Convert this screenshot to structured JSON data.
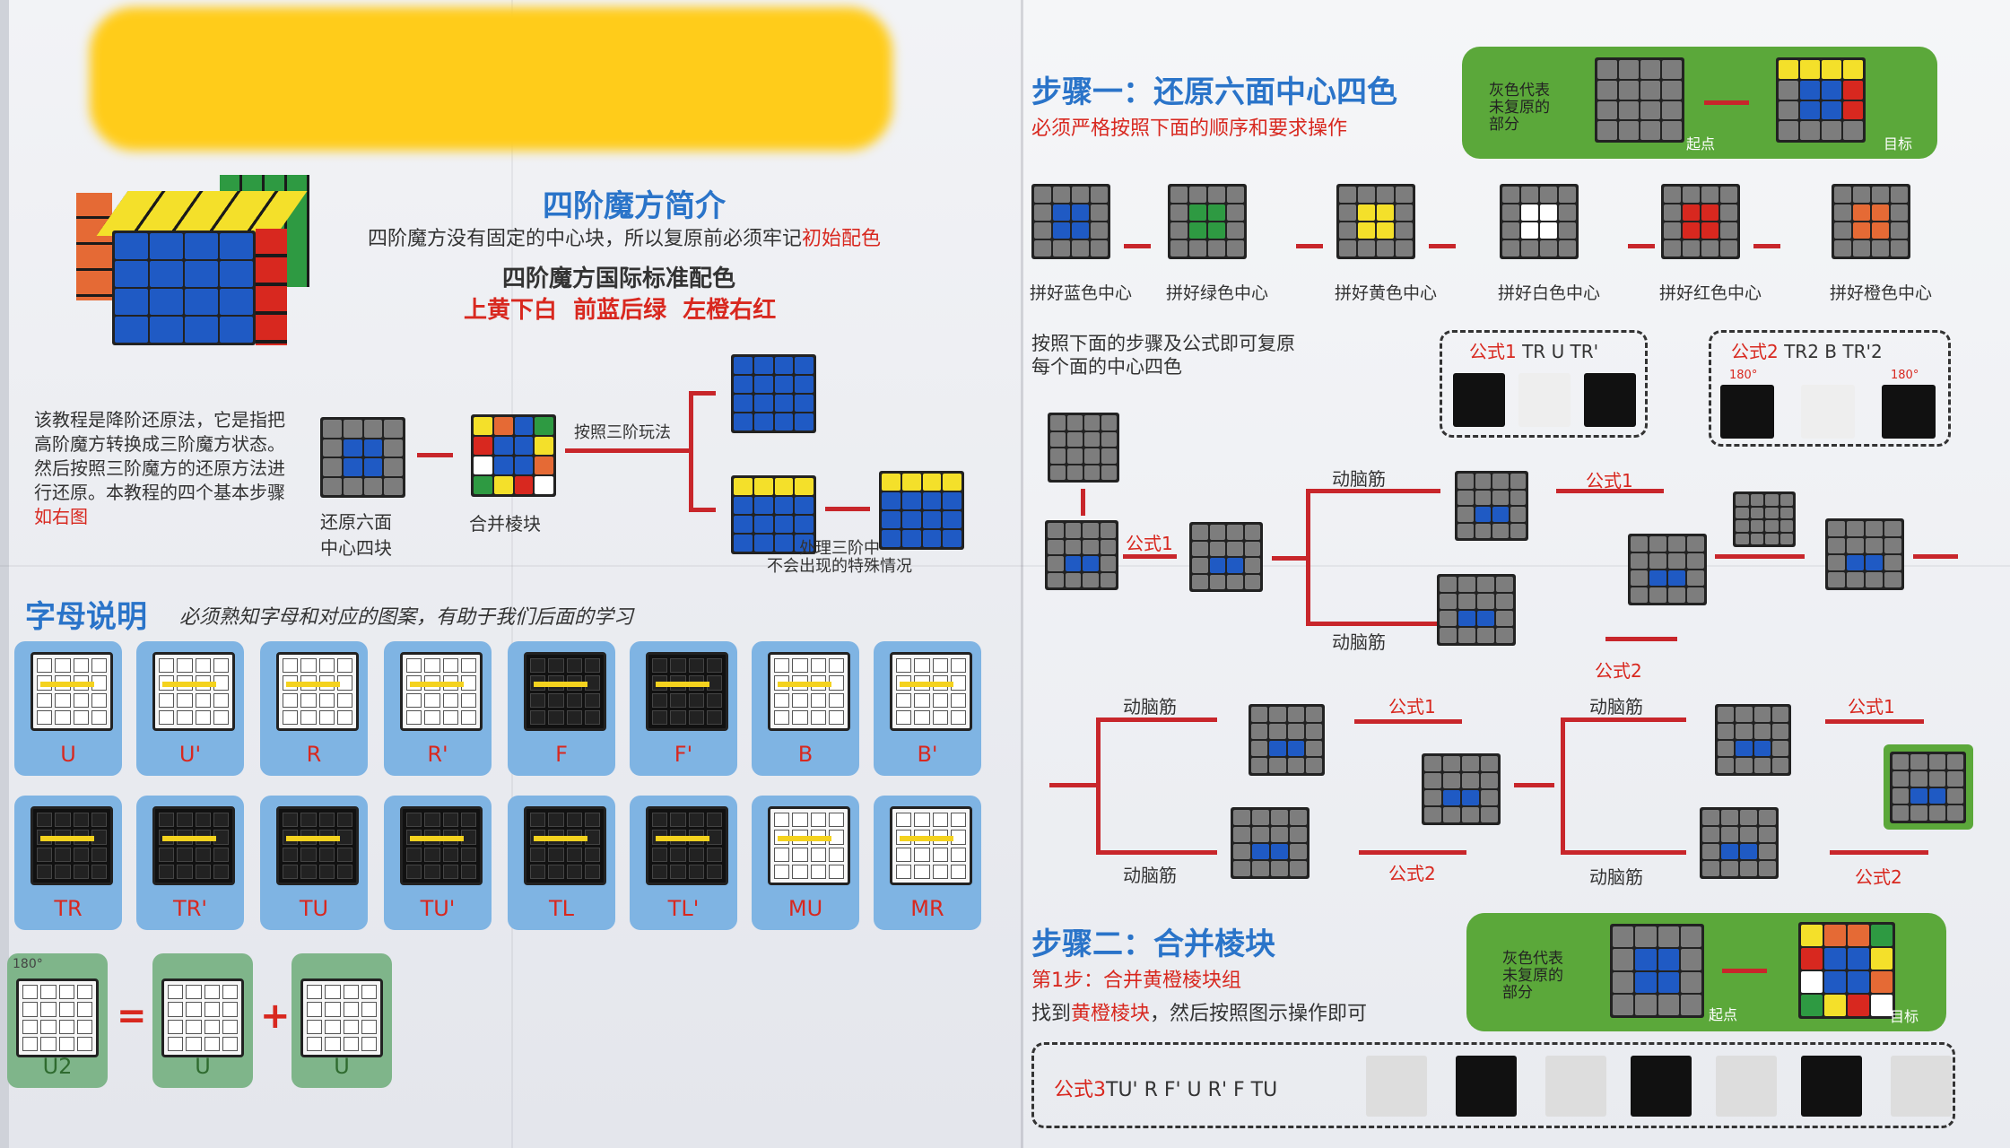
{
  "left": {
    "intro_title": "四阶魔方简介",
    "intro_text_1": "四阶魔方没有固定的中心块，所以复原前必须牢记",
    "intro_text_1_highlight": "初始配色",
    "standard_title": "四阶魔方国际标准配色",
    "standard_colors": "上黄下白  前蓝后绿  左橙右红",
    "method_text": "该教程是降阶还原法，它是指把高阶魔方转换成三阶魔方状态。然后按照三阶魔方的还原方法进行还原。本教程的四个基本步骤",
    "method_link": "如右图",
    "flow_step1": "还原六面\n中心四块",
    "flow_step2": "合并棱块",
    "flow_step3": "按照三阶玩法",
    "flow_step4": "处理三阶中\n不会出现的特殊情况",
    "letters_title": "字母说明",
    "letters_sub": "必须熟知字母和对应的图案，有助于我们后面的学习",
    "moves_row1": [
      "U",
      "U'",
      "R",
      "R'",
      "F",
      "F'",
      "B",
      "B'"
    ],
    "moves_row2": [
      "TR",
      "TR'",
      "TU",
      "TU'",
      "TL",
      "TL'",
      "MU",
      "MR"
    ],
    "moves_row3": [
      "U2",
      "U",
      "U"
    ],
    "u2_small": "180°",
    "eq": "=",
    "plus": "+"
  },
  "right": {
    "step1_title": "步骤一：还原六面中心四色",
    "step1_sub": "必须严格按照下面的顺序和要求操作",
    "gray_note": "灰色代表\n未复原的\n部分",
    "start": "起点",
    "target": "目标",
    "centers": [
      "拼好蓝色中心",
      "拼好绿色中心",
      "拼好黄色中心",
      "拼好白色中心",
      "拼好红色中心",
      "拼好橙色中心"
    ],
    "follow_text": "按照下面的步骤及公式即可复原\n每个面的中心四色",
    "formula1_label": "公式1",
    "formula1_moves": "TR U TR'",
    "formula2_label": "公式2",
    "formula2_moves": "TR2 B TR'2",
    "deg180": "180°",
    "brain": "动脑筋",
    "f1": "公式1",
    "f2": "公式2",
    "step2_title": "步骤二：合并棱块",
    "step2_sub": "第1步：合并黄橙棱块组",
    "step2_text": "找到",
    "step2_highlight": "黄橙棱块",
    "step2_text2": "，然后按照图示操作即可",
    "formula3_label": "公式3",
    "formula3_moves": "TU' R F' U R' F TU"
  },
  "colors": {
    "blue": "#2a74c9",
    "red": "#d8281f",
    "tile_blue": "#7fb4e3",
    "tile_green": "#7fb58a",
    "accent_green": "#5ba83a",
    "sticker_gray": "#7d7d7d"
  }
}
